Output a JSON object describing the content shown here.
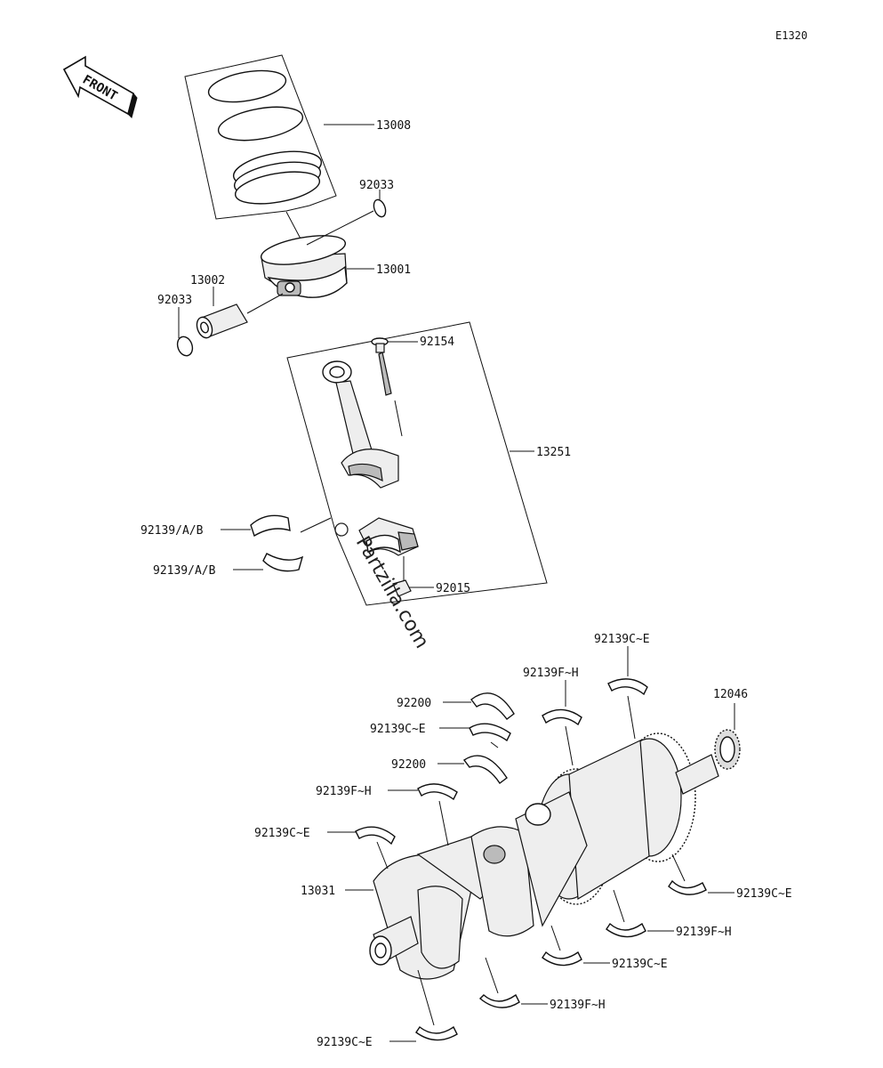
{
  "diagram": {
    "ref_code": "E1320",
    "front_label": "FRONT",
    "watermark": "Partzilla.com",
    "labels": {
      "p13008": "13008",
      "p92033a": "92033",
      "p13001": "13001",
      "p13002": "13002",
      "p92033b": "92033",
      "p92154": "92154",
      "p13251": "13251",
      "p92139ab1": "92139/A/B",
      "p92139ab2": "92139/A/B",
      "p92015": "92015",
      "p92139ce1": "92139C~E",
      "p12046": "12046",
      "p92139fh1": "92139F~H",
      "p92200a": "92200",
      "p92139ce2": "92139C~E",
      "p92200b": "92200",
      "p92139fh2": "92139F~H",
      "p92139ce3": "92139C~E",
      "p13031": "13031",
      "p92139ce4": "92139C~E",
      "p92139fh3": "92139F~H",
      "p92139ce5": "92139C~E",
      "p92139fh4": "92139F~H",
      "p92139ce6": "92139C~E"
    }
  }
}
